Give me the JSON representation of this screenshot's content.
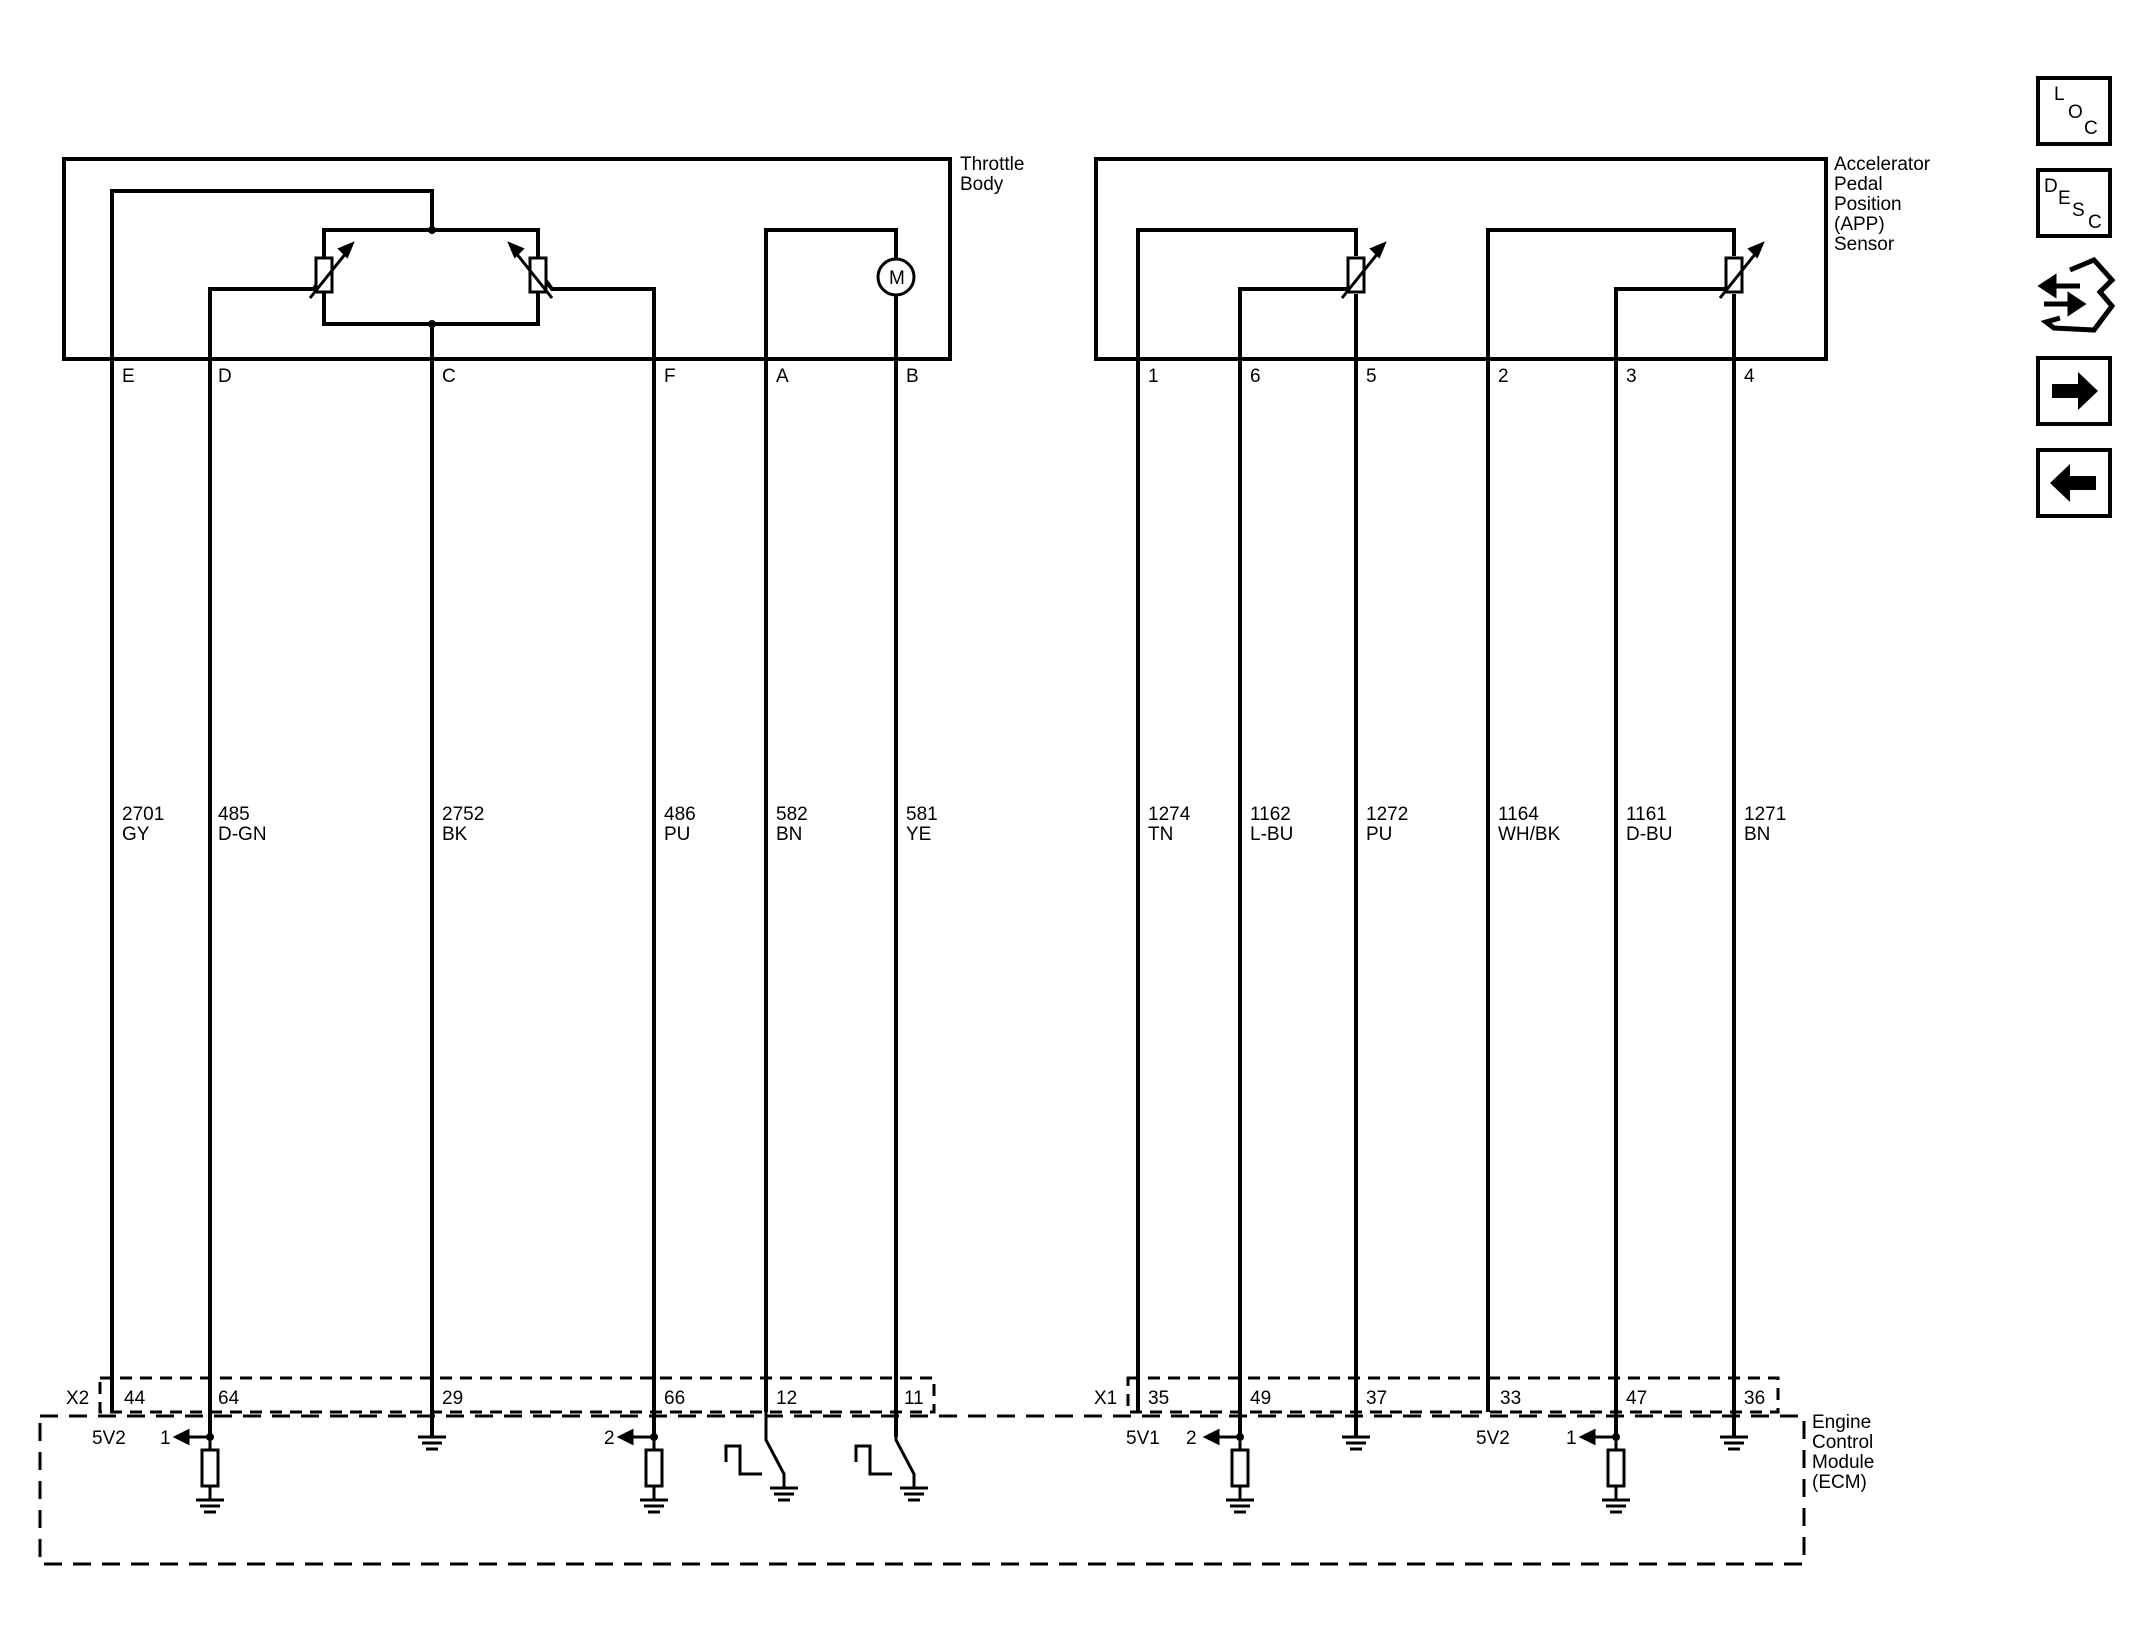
{
  "throttle_body": {
    "label_line1": "Throttle",
    "label_line2": "Body",
    "connector_id": "X2",
    "circuits": [
      {
        "pin": "E",
        "circuit": "2701",
        "color": "GY",
        "ecm_pin": "44"
      },
      {
        "pin": "D",
        "circuit": "485",
        "color": "D-GN",
        "ecm_pin": "64"
      },
      {
        "pin": "C",
        "circuit": "2752",
        "color": "BK",
        "ecm_pin": "29"
      },
      {
        "pin": "F",
        "circuit": "486",
        "color": "PU",
        "ecm_pin": "66"
      },
      {
        "pin": "A",
        "circuit": "582",
        "color": "BN",
        "ecm_pin": "12"
      },
      {
        "pin": "B",
        "circuit": "581",
        "color": "YE",
        "ecm_pin": "11"
      }
    ],
    "motor_symbol": "M",
    "ecm_labels": {
      "reference": "5V2",
      "signal1": "1",
      "signal2": "2"
    }
  },
  "app_sensor": {
    "label_line1": "Accelerator",
    "label_line2": "Pedal",
    "label_line3": "Position",
    "label_line4": "(APP)",
    "label_line5": "Sensor",
    "connector_id": "X1",
    "circuits": [
      {
        "pin": "1",
        "circuit": "1274",
        "color": "TN",
        "ecm_pin": "35"
      },
      {
        "pin": "6",
        "circuit": "1162",
        "color": "L-BU",
        "ecm_pin": "49"
      },
      {
        "pin": "5",
        "circuit": "1272",
        "color": "PU",
        "ecm_pin": "37"
      },
      {
        "pin": "2",
        "circuit": "1164",
        "color": "WH/BK",
        "ecm_pin": "33"
      },
      {
        "pin": "3",
        "circuit": "1161",
        "color": "D-BU",
        "ecm_pin": "47"
      },
      {
        "pin": "4",
        "circuit": "1271",
        "color": "BN",
        "ecm_pin": "36"
      }
    ],
    "ecm_labels": {
      "reference1": "5V1",
      "signal2": "2",
      "reference2": "5V2",
      "signal1": "1"
    }
  },
  "ecm": {
    "label_line1": "Engine",
    "label_line2": "Control",
    "label_line3": "Module",
    "label_line4": "(ECM)"
  },
  "nav": {
    "loc": [
      "L",
      "O",
      "C"
    ],
    "desc": [
      "D",
      "E",
      "S",
      "C"
    ],
    "icons": [
      "connector-icon",
      "arrow-right-icon",
      "arrow-left-icon"
    ]
  }
}
